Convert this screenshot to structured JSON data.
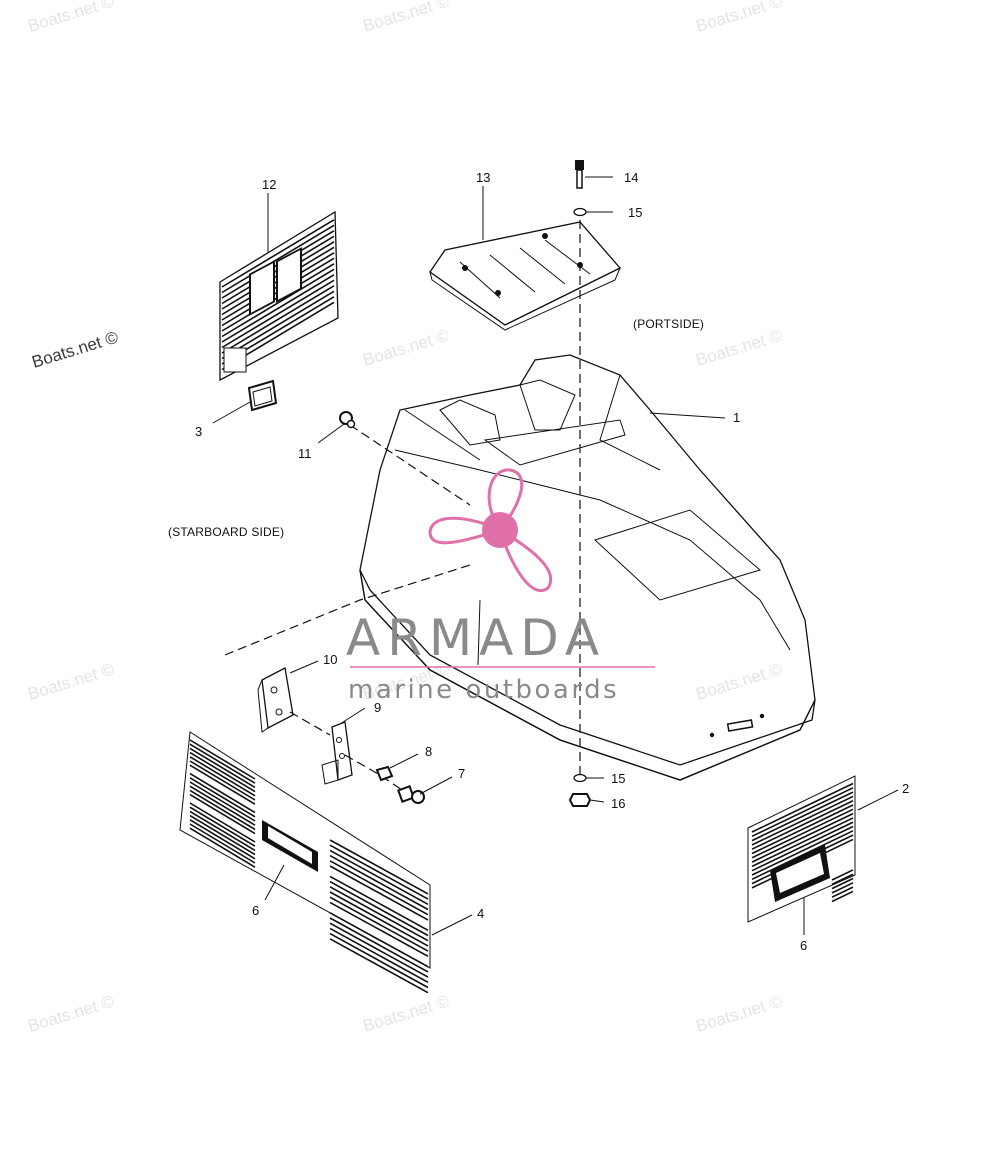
{
  "watermark": {
    "text": "Boats.net ©",
    "color_light": "#e4e4e4",
    "color_dark": "#3a3a3a"
  },
  "logo": {
    "name": "ARMADA",
    "tagline": "marine outboards",
    "accent_color": "#e070a8",
    "text_color": "#8a8a8a"
  },
  "sides": {
    "portside": "(PORTSIDE)",
    "starboard": "(STARBOARD SIDE)"
  },
  "callouts": [
    "1",
    "2",
    "3",
    "4",
    "6",
    "6",
    "7",
    "8",
    "9",
    "10",
    "11",
    "12",
    "13",
    "14",
    "15",
    "15",
    "16"
  ]
}
